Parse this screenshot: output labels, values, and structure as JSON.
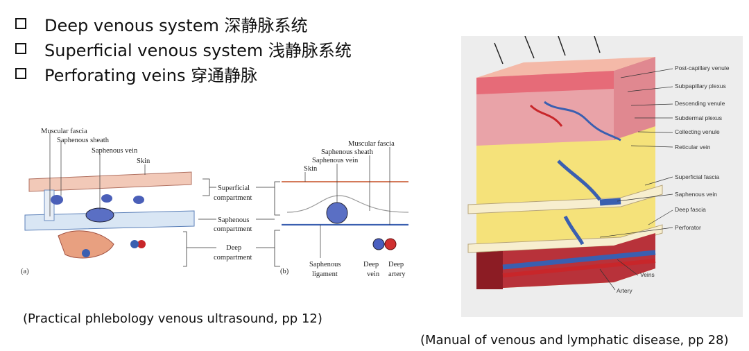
{
  "bullets": [
    {
      "text": "Deep venous system 深静脉系统"
    },
    {
      "text": "Superficial venous system 浅静脉系统"
    },
    {
      "text": "Perforating veins 穿通静脉"
    }
  ],
  "figure1": {
    "labels": {
      "muscular_fascia_a": "Muscular fascia",
      "saphenous_sheath_a": "Saphenous sheath",
      "saphenous_vein_a": "Saphenous vein",
      "skin_a": "Skin",
      "superficial": "Superficial",
      "compartment1": "compartment",
      "saphenous": "Saphenous",
      "compartment2": "compartment",
      "deep": "Deep",
      "compartment3": "compartment",
      "panel_a": "(a)",
      "panel_b": "(b)",
      "muscular_fascia_b": "Muscular fascia",
      "saphenous_sheath_b": "Saphenous sheath",
      "saphenous_vein_b": "Saphenous vein",
      "skin_b": "Skin",
      "saphenous_ligament_1": "Saphenous",
      "saphenous_ligament_2": "ligament",
      "deep_vein_1": "Deep",
      "deep_vein_2": "vein",
      "deep_artery_1": "Deep",
      "deep_artery_2": "artery"
    },
    "caption": "(Practical phlebology venous ultrasound, pp 12)"
  },
  "figure2": {
    "labels": [
      "Post-capillary venule",
      "Subpapillary plexus",
      "Descending venule",
      "Subdermal plexus",
      "Collecting venule",
      "Reticular vein",
      "Superficial fascia",
      "Saphenous vein",
      "Deep fascia",
      "Perforator",
      "Veins",
      "Artery"
    ],
    "caption": "(Manual of venous and lymphatic disease, pp 28)"
  },
  "colors": {
    "vein": "#3a5fb0",
    "artery": "#c8262a",
    "fat": "#f3e07a",
    "skin": "#e8a6a6"
  }
}
